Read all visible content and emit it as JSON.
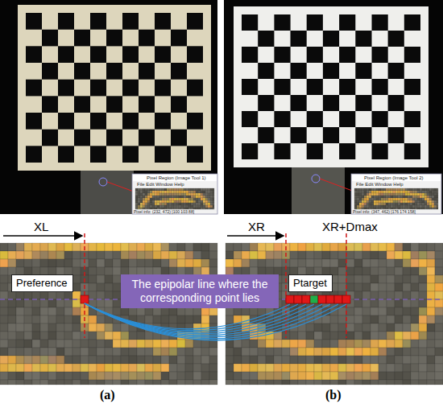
{
  "diagram": {
    "nodes": [
      {
        "text": [
          "Preference"
        ]
      },
      {
        "text": [
          "The epipolar line where the corresponding point lies"
        ]
      },
      {
        "text": [
          "Ptarget"
        ]
      }
    ],
    "labels": [
      "Pixel Region (Image Tool 1)",
      "File Edit Window Help",
      "Pixel info: (232, 472) [100 103 88]",
      "Pixel Region (Image Tool 2)",
      "File Edit Window Help",
      "Pixel info: (347, 462) [176 174 158]",
      "XL",
      "XR",
      "XR+Dmax",
      "(a)",
      "(b)"
    ]
  }
}
